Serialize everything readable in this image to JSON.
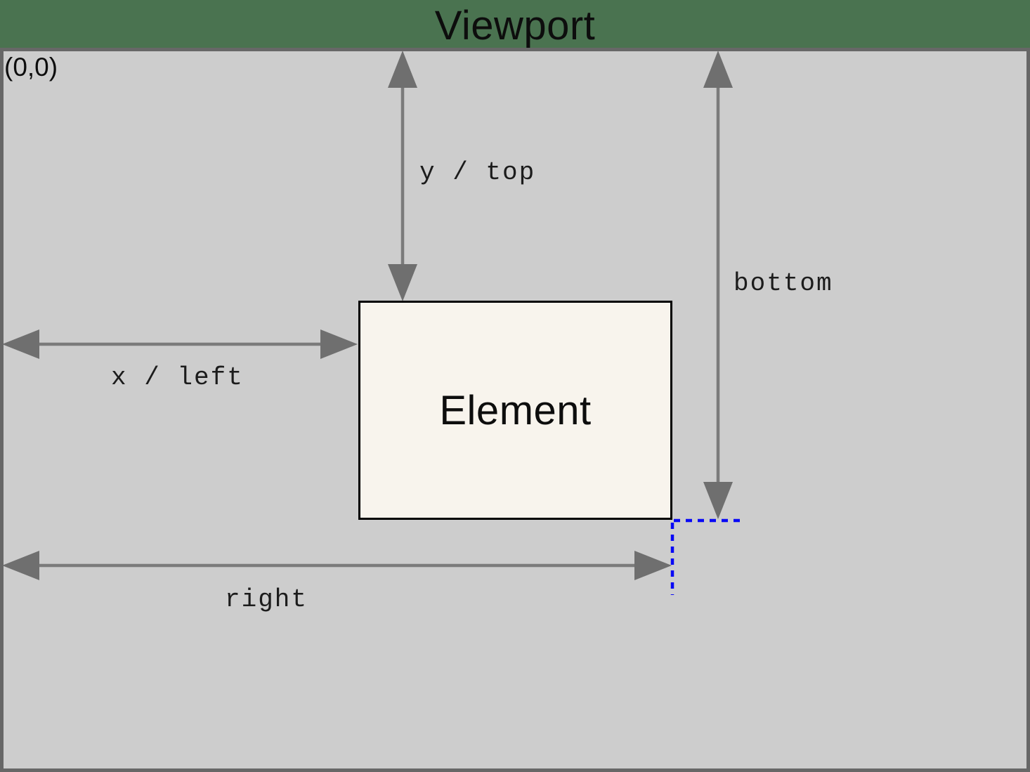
{
  "title": "Viewport",
  "origin_label": "(0,0)",
  "element": {
    "label": "Element"
  },
  "annotations": {
    "y_top": "y / top",
    "x_left": "x / left",
    "bottom": "bottom",
    "right": "right"
  },
  "colors": {
    "background_green": "#4a7350",
    "viewport_fill": "#cdcdcd",
    "viewport_border": "#676767",
    "arrow_line": "#7b7b7b",
    "arrow_head": "#6f6f6f",
    "element_fill": "#f8f4ed",
    "element_border": "#000000",
    "guide_blue": "#0909f5"
  }
}
